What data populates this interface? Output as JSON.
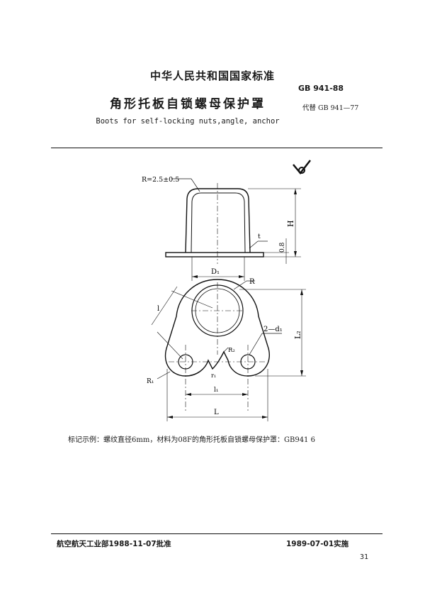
{
  "header": {
    "org": "中华人民共和国国家标准",
    "title": "角形托板自锁螺母保护罩",
    "title_en": "Boots for self-locking nuts,angle, anchor",
    "standard_no": "GB 941-88",
    "replaces": "代替 GB 941—77"
  },
  "drawing": {
    "label_radius_top": "R=2.5±0.5",
    "label_H": "H",
    "label_thk": "0.8",
    "label_t": "t",
    "label_D1": "D₁",
    "label_R": "R",
    "label_l": "l",
    "label_L2": "L₂",
    "label_2d1": "2—d₁",
    "label_R2": "R₂",
    "label_R1": "R₁",
    "label_r1": "r₁",
    "label_l1": "l₁",
    "label_L": "L"
  },
  "example": "标记示例：螺纹直径6mm，材料为08F的角形托板自锁螺母保护罩：GB941 6",
  "footer": {
    "approved": "航空航天工业部1988-11-07批准",
    "effective": "1989-07-01实施",
    "page": "31"
  }
}
